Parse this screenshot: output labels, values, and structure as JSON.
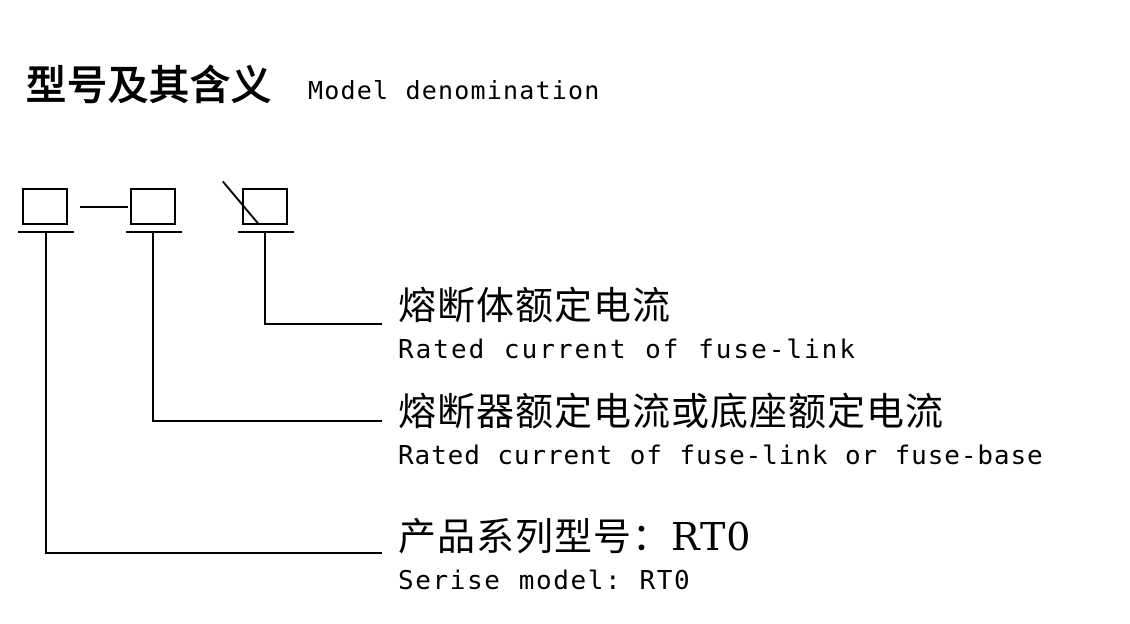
{
  "title": {
    "cn": "型号及其含义",
    "en": "Model denomination"
  },
  "symbol": {
    "boxes": [
      {
        "name": "series-code-box",
        "value": ""
      },
      {
        "name": "fuse-rated-current-box",
        "value": ""
      },
      {
        "name": "fuse-link-rated-current-box",
        "value": ""
      }
    ],
    "separator_dash": "—",
    "separator_slash": "/"
  },
  "annotations": [
    {
      "key": "fuse-link-rated-current",
      "cn": "熔断体额定电流",
      "en": "Rated current of fuse-link"
    },
    {
      "key": "fuse-or-base-rated-current",
      "cn": "熔断器额定电流或底座额定电流",
      "en": "Rated current of fuse-link or fuse-base"
    },
    {
      "key": "series-model",
      "cn": "产品系列型号：RT0",
      "en": "Serise model: RT0"
    }
  ],
  "colors": {
    "ink": "#000000",
    "paper": "#ffffff"
  }
}
